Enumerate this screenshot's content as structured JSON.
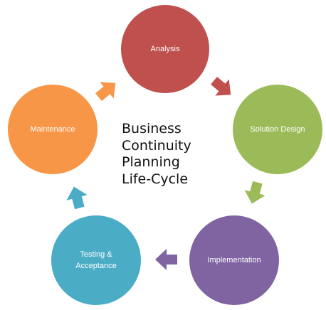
{
  "title": "Business\nContinuity\nPlanning\nLife-Cycle",
  "nodes": [
    {
      "label": "Analysis",
      "color": "#c0504d"
    },
    {
      "label": "Solution Design",
      "color": "#9bbb59"
    },
    {
      "label": "Implementation",
      "color": "#8064a2"
    },
    {
      "label": "Testing &\nAcceptance",
      "color": "#4bacc6"
    },
    {
      "label": "Maintenance",
      "color": "#f79646"
    }
  ],
  "arrow_colors": [
    "#c0504d",
    "#9bbb59",
    "#8064a2",
    "#4bacc6",
    "#f79646"
  ]
}
